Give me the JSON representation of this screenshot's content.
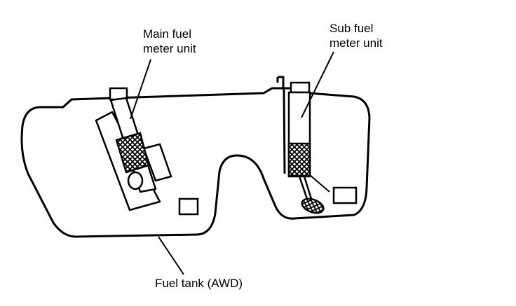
{
  "labels": {
    "main_unit": [
      "Main fuel",
      "meter unit"
    ],
    "sub_unit": [
      "Sub fuel",
      "meter unit"
    ],
    "tank": "Fuel tank (AWD)"
  },
  "colors": {
    "ink": "#000000",
    "background": "#ffffff"
  }
}
